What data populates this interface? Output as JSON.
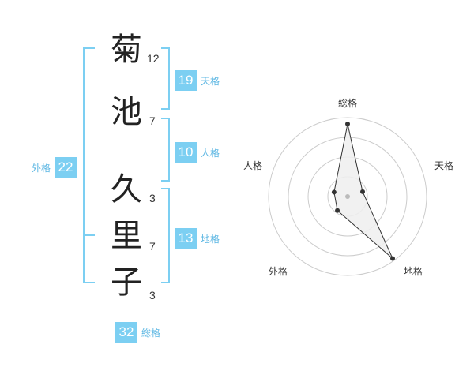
{
  "name": {
    "characters": [
      {
        "char": "菊",
        "strokes": "12"
      },
      {
        "char": "池",
        "strokes": "7"
      },
      {
        "char": "久",
        "strokes": "3"
      },
      {
        "char": "里",
        "strokes": "7"
      },
      {
        "char": "子",
        "strokes": "3"
      }
    ]
  },
  "fortune": {
    "tenkaku": {
      "value": "19",
      "label": "天格"
    },
    "jinkaku": {
      "value": "10",
      "label": "人格"
    },
    "chikaku": {
      "value": "13",
      "label": "地格"
    },
    "gaikaku": {
      "value": "22",
      "label": "外格"
    },
    "soukaku": {
      "value": "32",
      "label": "総格"
    }
  },
  "chart_data": {
    "type": "radar",
    "axes": [
      "総格",
      "天格",
      "地格",
      "外格",
      "人格"
    ],
    "values": [
      0.92,
      0.2,
      0.97,
      0.22,
      0.18
    ],
    "rings": 4,
    "colors": {
      "line": "#333333",
      "fill": "#eeeeee",
      "grid": "#cccccc",
      "center": "#bbbbbb"
    }
  },
  "colors": {
    "accent": "#7ccff2",
    "bracket": "#7ccff2",
    "label": "#5db7e3"
  }
}
